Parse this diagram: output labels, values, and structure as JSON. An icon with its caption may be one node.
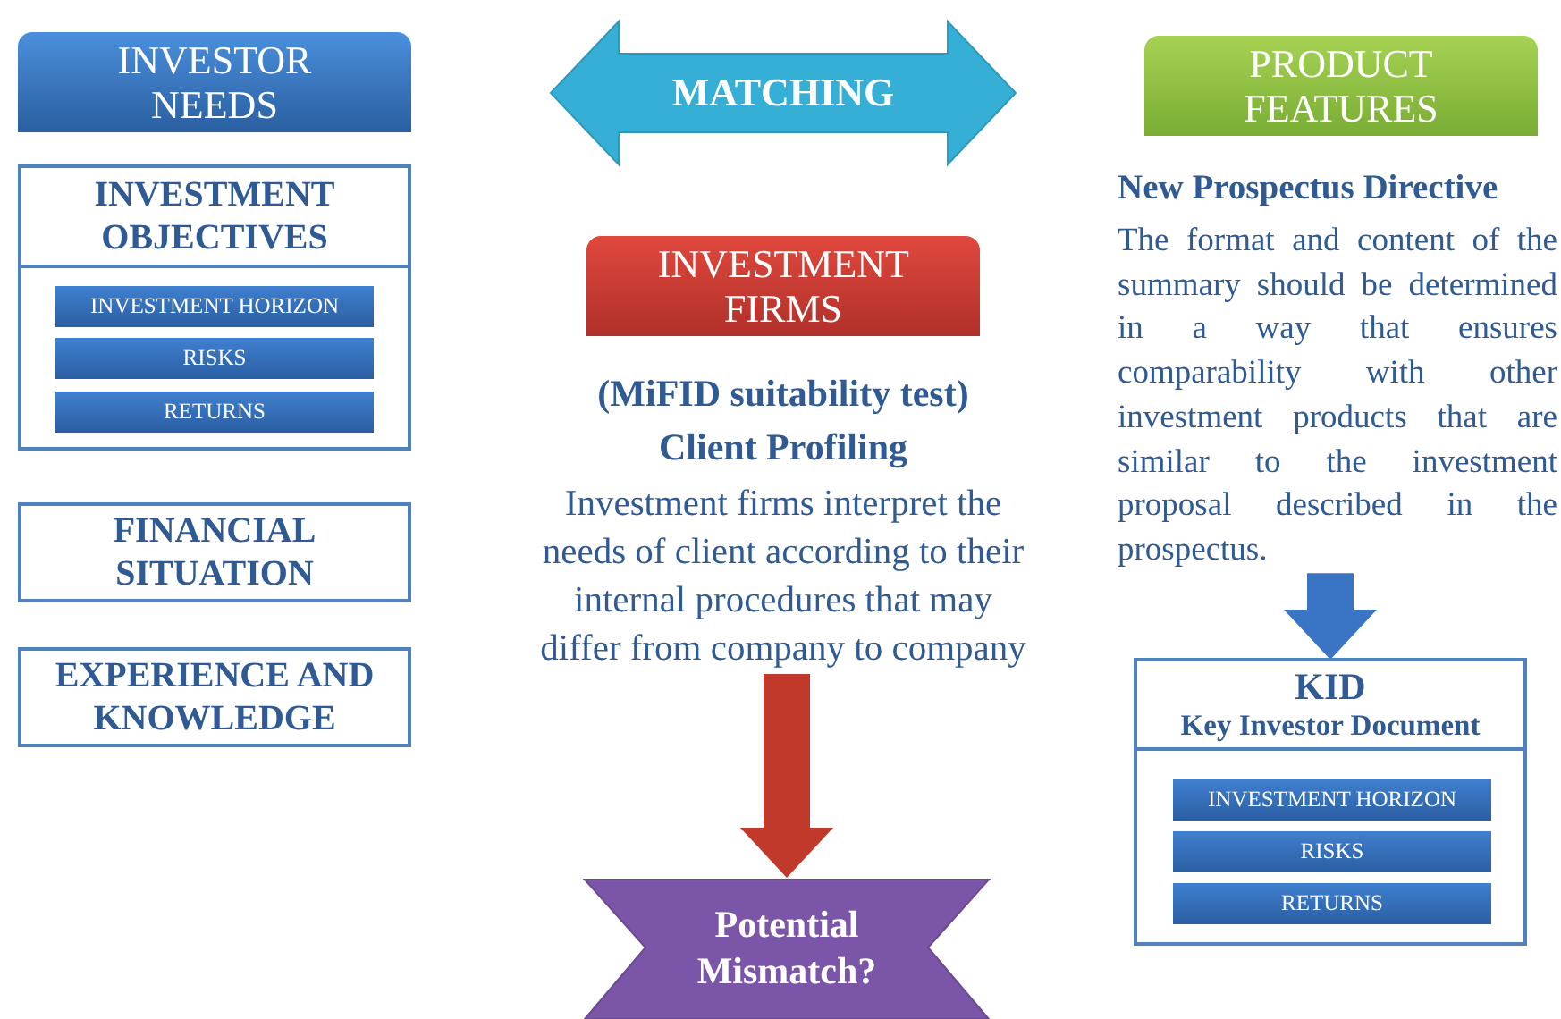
{
  "diagram": {
    "nodes": [
      {
        "text": [
          "INVESTOR NEEDS"
        ]
      },
      {
        "text": [
          "INVESTMENT OBJECTIVES"
        ]
      },
      {
        "text": [
          "INVESTMENT HORIZON"
        ],
        "in": 1
      },
      {
        "text": [
          "RISKS"
        ],
        "in": 1
      },
      {
        "text": [
          "RETURNS"
        ],
        "in": 1
      },
      {
        "text": [
          "FINANCIAL SITUATION"
        ]
      },
      {
        "text": [
          "EXPERIENCE AND KNOWLEDGE"
        ]
      },
      {
        "text": [
          "MATCHING"
        ]
      },
      {
        "text": [
          "INVESTMENT FIRMS"
        ]
      },
      {
        "text": [
          "(MiFID suitability test) Client Profiling",
          "Investment firms interpret the needs of client according to their internal procedures that may differ from company to company"
        ]
      },
      {
        "text": [
          "Potential Mismatch?"
        ]
      },
      {
        "text": [
          "PRODUCT FEATURES"
        ]
      },
      {
        "text": [
          "New Prospectus Directive",
          "The format and content of the summary should be determined in a way that ensures comparability with other investment products that are similar to the investment proposal described in the prospectus."
        ]
      },
      {
        "text": [
          "KID",
          "Key Investor Document"
        ]
      },
      {
        "text": [
          "INVESTMENT HORIZON"
        ],
        "in": 13
      },
      {
        "text": [
          "RISKS"
        ],
        "in": 13
      },
      {
        "text": [
          "RETURNS"
        ],
        "in": 13
      }
    ],
    "edges": [
      {
        "from": 9,
        "to": 10,
        "arrow": "to",
        "color": "#c0392b"
      },
      {
        "from": 12,
        "to": 13,
        "arrow": "to",
        "color": "#3a74c4"
      }
    ]
  }
}
